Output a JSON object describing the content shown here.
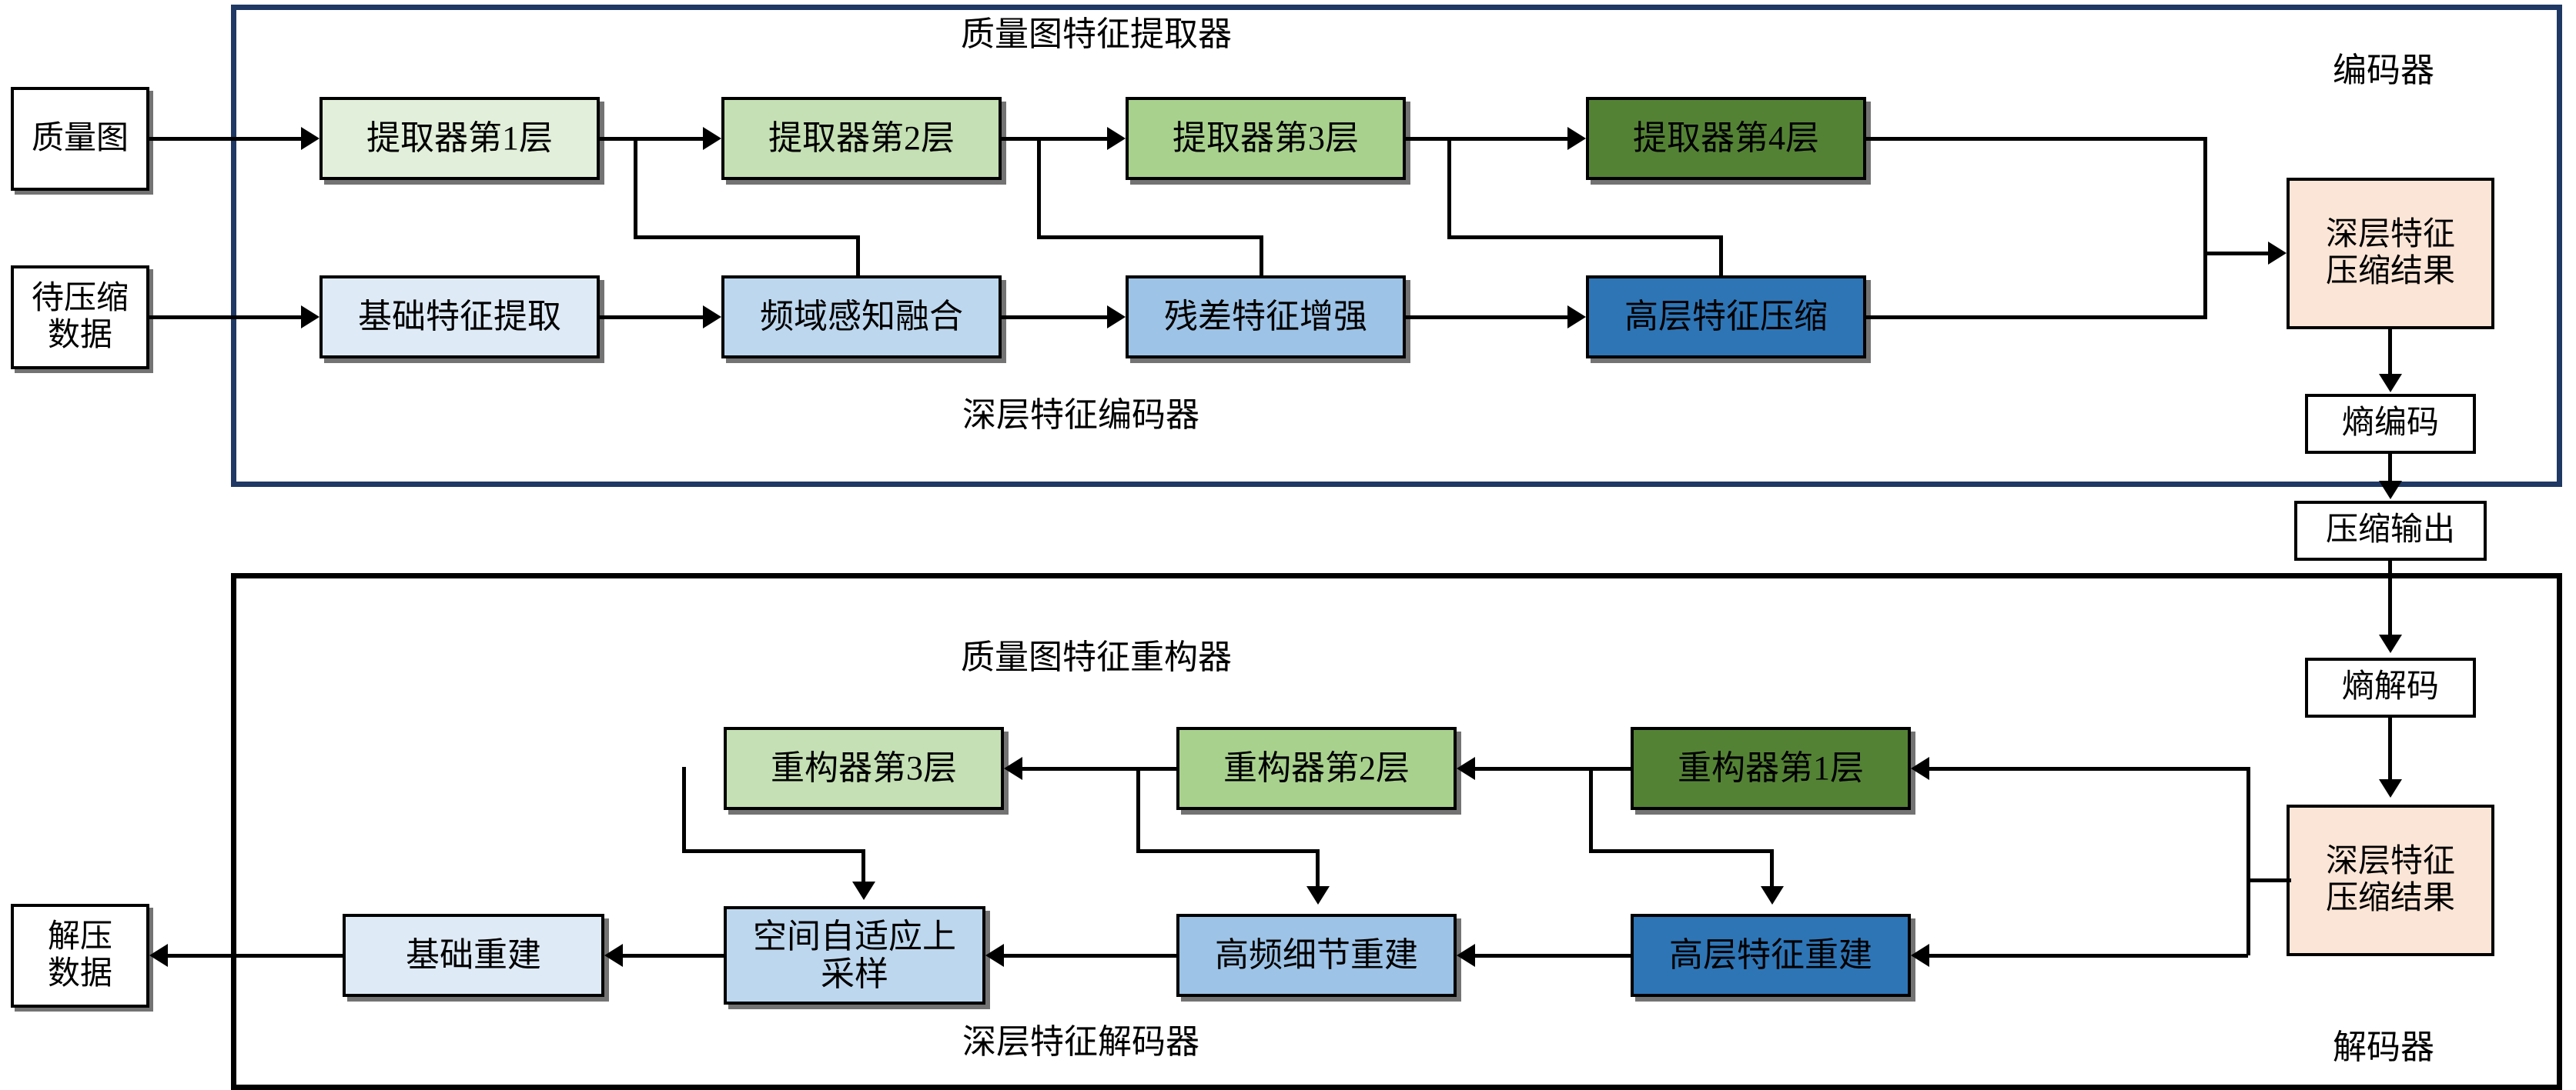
{
  "diagram": {
    "title_encoder_section": "编码器",
    "title_decoder_section": "解码器",
    "encoder": {
      "container_label": "质量图特征提取器",
      "sub_label": "深层特征编码器",
      "section_label": "编码器",
      "inputs": [
        {
          "label": "质量图"
        },
        {
          "label": "待压缩\n数据"
        }
      ],
      "extractor_row": [
        {
          "label": "提取器第1层",
          "color": "#E2EFDA"
        },
        {
          "label": "提取器第2层",
          "color": "#C5E0B4"
        },
        {
          "label": "提取器第3层",
          "color": "#A9D18E"
        },
        {
          "label": "提取器第4层",
          "color": "#548235"
        }
      ],
      "feature_row": [
        {
          "label": "基础特征提取",
          "color": "#DEEAF6"
        },
        {
          "label": "频域感知融合",
          "color": "#BDD7EE"
        },
        {
          "label": "残差特征增强",
          "color": "#9DC3E6"
        },
        {
          "label": "高层特征压缩",
          "color": "#2E75B6"
        }
      ],
      "latent": {
        "label": "深层特征\n压缩结果",
        "color": "#FBE5D6"
      },
      "entropy_encode": {
        "label": "熵编码"
      },
      "compressed_output": {
        "label": "压缩输出"
      }
    },
    "decoder": {
      "container_label": "质量图特征重构器",
      "sub_label": "深层特征解码器",
      "section_label": "解码器",
      "entropy_decode": {
        "label": "熵解码"
      },
      "latent": {
        "label": "深层特征\n压缩结果",
        "color": "#FBE5D6"
      },
      "reconstructor_row": [
        {
          "label": "重构器第3层",
          "color": "#C5E0B4"
        },
        {
          "label": "重构器第2层",
          "color": "#A9D18E"
        },
        {
          "label": "重构器第1层",
          "color": "#548235"
        }
      ],
      "rebuild_row": [
        {
          "label": "基础重建",
          "color": "#DEEAF6"
        },
        {
          "label": "空间自适应上\n采样",
          "color": "#BDD7EE"
        },
        {
          "label": "高频细节重建",
          "color": "#9DC3E6"
        },
        {
          "label": "高层特征重建",
          "color": "#2E75B6"
        }
      ],
      "output": {
        "label": "解压\n数据"
      }
    },
    "colors": {
      "encoder_border": "#1F3864",
      "decoder_border": "#000000",
      "line": "#000000",
      "latent_fill": "#FBE5D6"
    }
  }
}
